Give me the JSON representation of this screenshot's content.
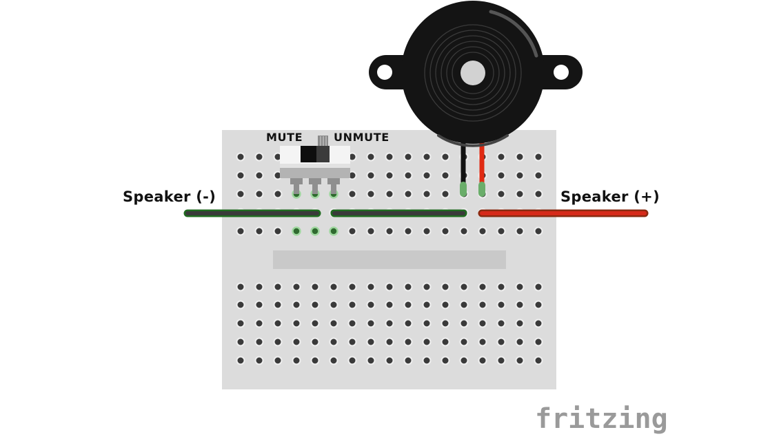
{
  "labels": {
    "speaker_negative": "Speaker (-)",
    "speaker_positive": "Speaker (+)",
    "switch_mute": "MUTE",
    "switch_unmute": "UNMUTE"
  },
  "brand": {
    "logo_text": "fritzing"
  },
  "components": {
    "breadboard": "half-size breadboard",
    "switch": "slide switch",
    "speaker": "piezo buzzer"
  },
  "colors": {
    "breadboard": "#dcdcdc",
    "breadboard_hole": "#3a3a3a",
    "connected_hole": "#5fae5f",
    "wire_black": "#333333",
    "wire_red": "#d62a1a",
    "buzzer_body": "#141414",
    "logo": "#9a9a9a"
  }
}
